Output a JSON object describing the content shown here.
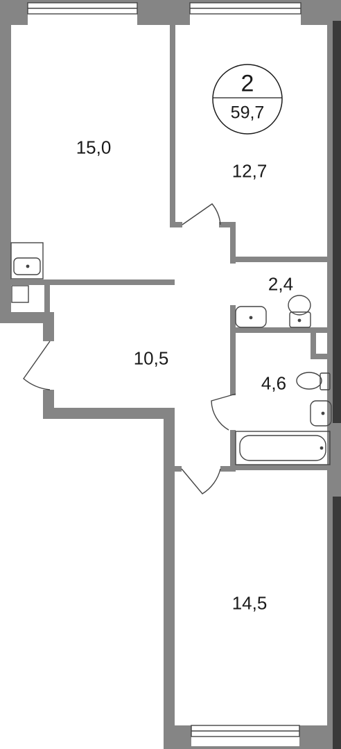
{
  "unit_badge": {
    "rooms": "2",
    "total_area": "59,7"
  },
  "rooms": [
    {
      "id": "bedroom-top-left",
      "area": "15,0"
    },
    {
      "id": "bedroom-top-right",
      "area": "12,7"
    },
    {
      "id": "toilet",
      "area": "2,4"
    },
    {
      "id": "hall",
      "area": "10,5"
    },
    {
      "id": "bathroom",
      "area": "4,6"
    },
    {
      "id": "living-room",
      "area": "14,5"
    }
  ],
  "colors": {
    "wall": "#858585",
    "exterior_accent": "#3a3a3a",
    "fixture_line": "#444444",
    "background": "#ffffff"
  }
}
